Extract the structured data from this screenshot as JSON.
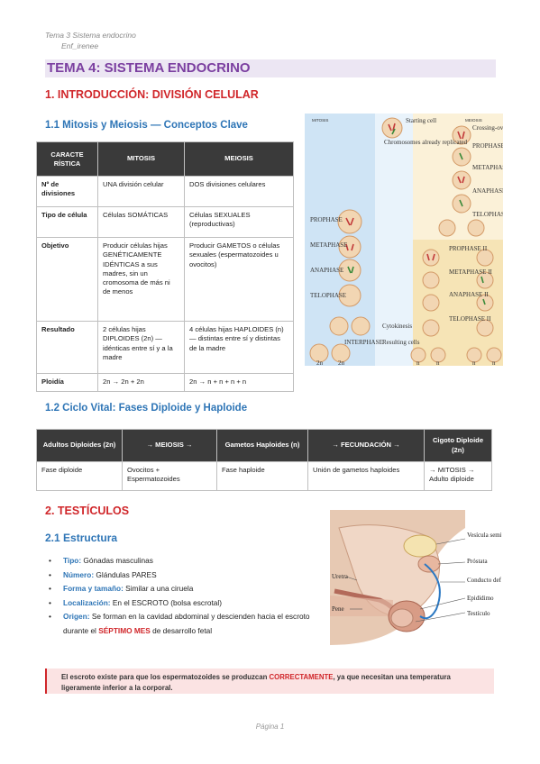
{
  "header": {
    "line1": "Tema 3 Sistema endocrino",
    "line2": "Enf_irenee"
  },
  "title": "TEMA 4: SISTEMA ENDOCRINO",
  "s1": {
    "heading": "1. INTRODUCCIÓN: DIVISIÓN CELULAR",
    "sub1": "1.1 Mitosis y Meiosis — Conceptos Clave",
    "sub2": "1.2 Ciclo Vital: Fases Diploide y Haploide"
  },
  "table1": {
    "headers": [
      "CARACTE RÍSTICA",
      "MITOSIS",
      "MEIOSIS"
    ],
    "rows": [
      [
        "Nº de divisiones",
        "UNA división celular",
        "DOS divisiones celulares"
      ],
      [
        "Tipo de célula",
        "Células SOMÁTICAS",
        "Células SEXUALES (reproductivas)"
      ],
      [
        "Objetivo",
        "Producir células hijas GENÉTICAMENTE IDÉNTICAS a sus madres, sin un cromosoma de más ni de menos",
        "Producir GAMETOS o células sexuales (espermatozoides u ovocitos)"
      ],
      [
        "Resultado",
        "2 células hijas DIPLOIDES (2n) — idénticas entre sí y a la madre",
        "4 células hijas HAPLOIDES (n) — distintas entre sí y distintas de la madre"
      ],
      [
        "Ploidía",
        "2n → 2n + 2n",
        "2n → n + n + n + n"
      ]
    ]
  },
  "table2": {
    "headers": [
      "Adultos Diploides (2n)",
      "→ MEIOSIS →",
      "Gametos Haploides (n)",
      "→ FECUNDACIÓN →",
      "Cigoto Diploide (2n)"
    ],
    "row": [
      "Fase diploide",
      "Ovocitos + Espermatozoides",
      "Fase haploide",
      "Unión de gametos haploides",
      "→ MITOSIS → Adulto diploide"
    ]
  },
  "s2": {
    "heading": "2. TESTÍCULOS",
    "sub": "2.1 Estructura"
  },
  "bullets": [
    {
      "label": "Tipo:",
      "text": " Gónadas masculinas"
    },
    {
      "label": "Número:",
      "text": " Glándulas PARES"
    },
    {
      "label": "Forma y tamaño:",
      "text": " Similar a una ciruela"
    },
    {
      "label": "Localización:",
      "text": " En el ESCROTO (bolsa escrotal)"
    }
  ],
  "origin": {
    "label": "Origen:",
    "pre": " Se forman en la cavidad abdominal y descienden hacia el escroto durante el ",
    "em": "SÉPTIMO MES",
    "post": " de desarrollo fetal"
  },
  "note": {
    "pre": "El escroto existe para que los espermatozoides se produzcan ",
    "em": "CORRECTAMENTE",
    "post": ", ya que necesitan una temperatura ligeramente inferior a la corporal."
  },
  "fig1": {
    "left_title": "MITOSIS",
    "right_title": "MEIOSIS",
    "labels": [
      "Starting cell",
      "Chromosomes already replicated",
      "Crossing-over",
      "PROPHASE I",
      "METAPHASE I",
      "ANAPHASE I",
      "TELOPHASE I",
      "PROPHASE",
      "METAPHASE",
      "ANAPHASE",
      "TELOPHASE",
      "INTERPHASE",
      "Cytokinesis",
      "Resulting cells",
      "PROPHASE II",
      "METAPHASE II",
      "ANAPHASE II",
      "TELOPHASE II",
      "2n",
      "2n",
      "n",
      "n",
      "n",
      "n"
    ]
  },
  "fig2": {
    "labels": [
      "Vesícula seminal",
      "Próstata",
      "Conducto deferente",
      "Epidídimo",
      "Testículo",
      "Uretra",
      "Pene"
    ]
  },
  "footer": "Página 1"
}
